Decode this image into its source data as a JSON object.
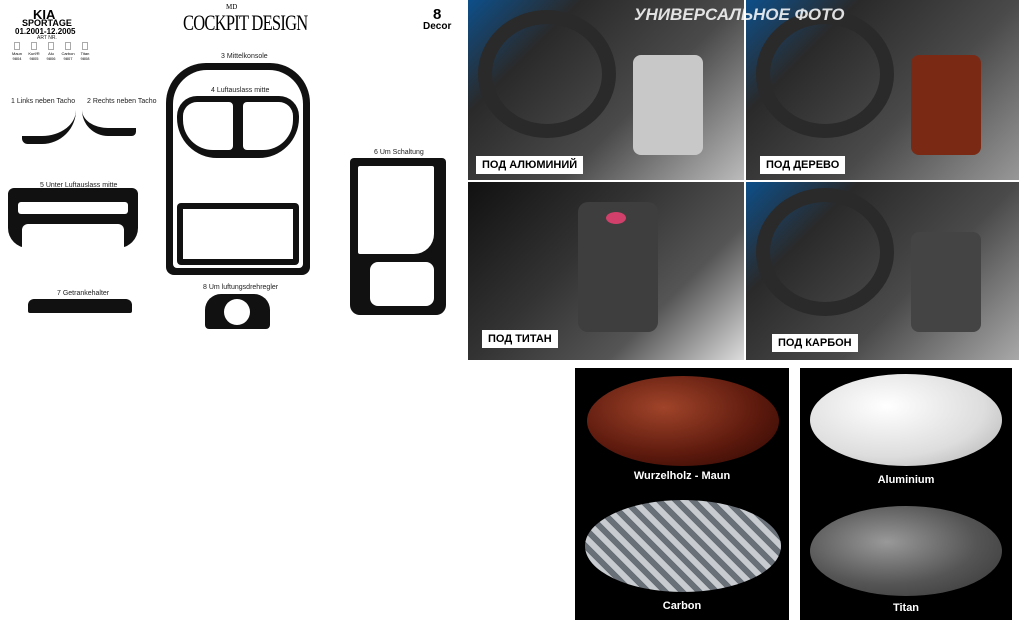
{
  "header": {
    "make": "KIA",
    "model": "SPORTAGE",
    "years": "01.2001-12.2005",
    "art_nr": "ART NR.",
    "variants": [
      {
        "name": "Maun",
        "code": "9804"
      },
      {
        "name": "Kurf/R",
        "code": "9805"
      },
      {
        "name": "Alu",
        "code": "9806"
      },
      {
        "name": "Carbon",
        "code": "9807"
      },
      {
        "name": "Titan",
        "code": "9808"
      }
    ],
    "brand": "COCKPIT DESIGN",
    "brand_prefix": "MD",
    "count": "8",
    "count_label": "Decor"
  },
  "parts": [
    "1 Links neben Tacho",
    "2 Rechts neben Tacho",
    "3 Mittelkonsole",
    "4 Luftauslass mitte",
    "5 Unter Luftauslass mitte",
    "6 Um Schaltung",
    "7 Getrankehalter",
    "8 Um luftungsdrehregler"
  ],
  "photos": {
    "banner": "УНИВЕРСАЛЬНОЕ ФОТО",
    "labels": [
      "ПОД АЛЮМИНИЙ",
      "ПОД ДЕРЕВО",
      "ПОД ТИТАН",
      "ПОД КАРБОН"
    ]
  },
  "samples": [
    "Wurzelholz - Maun",
    "Aluminium",
    "Carbon",
    "Titan"
  ],
  "colors": {
    "wood": "#6b1f10",
    "aluminium": "#e6e6e6",
    "carbon": "#9aa0a6",
    "titan": "#555"
  }
}
